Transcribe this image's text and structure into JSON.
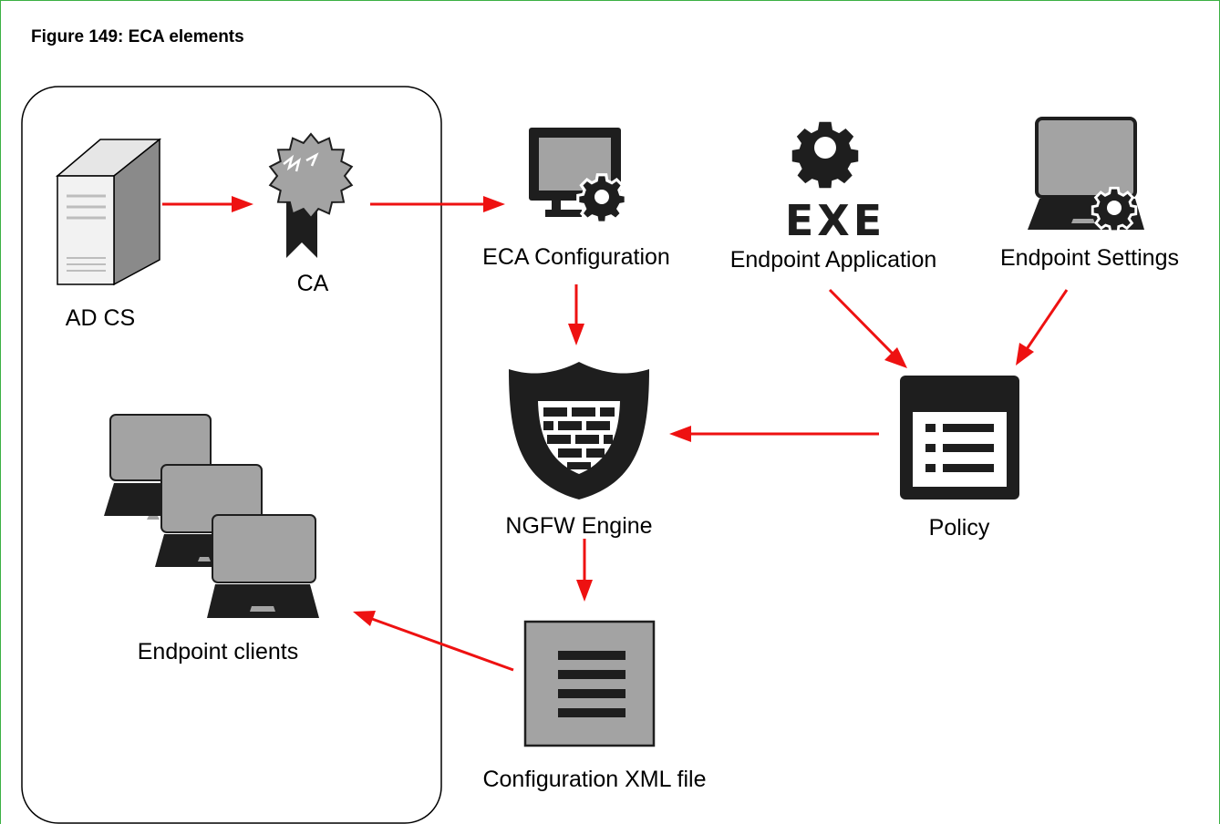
{
  "figure": {
    "title": "Figure 149: ECA elements"
  },
  "nodes": {
    "ad_cs": {
      "label": "AD CS",
      "icon": "server-icon"
    },
    "ca": {
      "label": "CA",
      "icon": "certificate-icon"
    },
    "eca_config": {
      "label": "ECA Configuration",
      "icon": "monitor-gear-icon"
    },
    "endpoint_app": {
      "label": "Endpoint Application",
      "icon": "exe-gear-icon",
      "exe_text": "EXE"
    },
    "endpoint_settings": {
      "label": "Endpoint Settings",
      "icon": "laptop-gear-icon"
    },
    "ngfw": {
      "label": "NGFW Engine",
      "icon": "firewall-shield-icon"
    },
    "policy": {
      "label": "Policy",
      "icon": "policy-list-icon"
    },
    "clients": {
      "label": "Endpoint clients",
      "icon": "laptops-icon"
    },
    "xml": {
      "label": "Configuration XML file",
      "icon": "document-icon"
    }
  },
  "edges": [
    {
      "from": "AD CS",
      "to": "CA"
    },
    {
      "from": "CA",
      "to": "ECA Configuration"
    },
    {
      "from": "ECA Configuration",
      "to": "NGFW Engine"
    },
    {
      "from": "Endpoint Application",
      "to": "Policy"
    },
    {
      "from": "Endpoint Settings",
      "to": "Policy"
    },
    {
      "from": "Policy",
      "to": "NGFW Engine"
    },
    {
      "from": "NGFW Engine",
      "to": "Configuration XML file"
    },
    {
      "from": "Configuration XML file",
      "to": "Endpoint clients"
    }
  ],
  "colors": {
    "arrow": "#ee1111",
    "icon_dark": "#1e1e1e",
    "icon_gray": "#a3a3a3",
    "frame": "#3cb043"
  }
}
